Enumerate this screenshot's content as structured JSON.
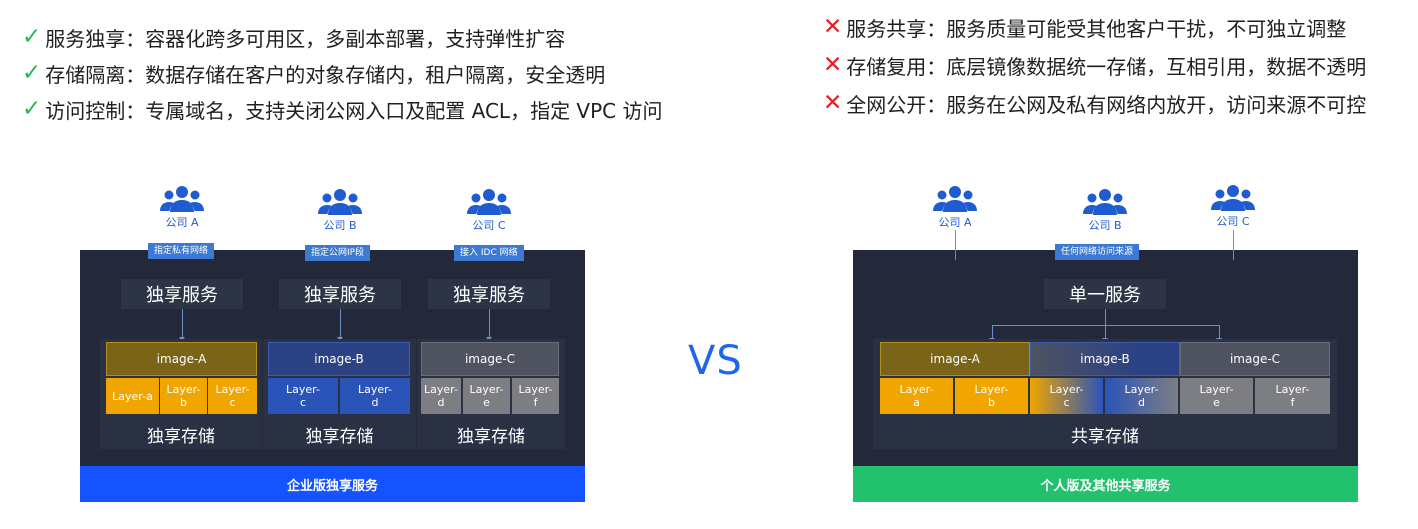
{
  "left_features": [
    {
      "mark": "✓",
      "title": "服务独享",
      "text": "：容器化跨多可用区，多副本部署，支持弹性扩容"
    },
    {
      "mark": "✓",
      "title": "存储隔离",
      "text": "：数据存储在客户的对象存储内，租户隔离，安全透明"
    },
    {
      "mark": "✓",
      "title": "访问控制",
      "text": "：专属域名，支持关闭公网入口及配置 ACL，指定 VPC 访问"
    }
  ],
  "right_features": [
    {
      "mark": "✕",
      "title": "服务共享",
      "text": "：服务质量可能受其他客户干扰，不可独立调整"
    },
    {
      "mark": "✕",
      "title": "存储复用",
      "text": "：底层镜像数据统一存储，互相引用，数据不透明"
    },
    {
      "mark": "✕",
      "title": "全网公开",
      "text": "：服务在公网及私有网络内放开，访问来源不可控"
    }
  ],
  "vs_label": "VS",
  "left_diagram": {
    "companies": [
      "公司 A",
      "公司 B",
      "公司 C"
    ],
    "tags": [
      "指定私有网络",
      "指定公网IP段",
      "接入 IDC 网络"
    ],
    "service_label": "独享服务",
    "storage_label": "独享存储",
    "images": [
      "image-A",
      "image-B",
      "image-C"
    ],
    "layers": [
      [
        "Layer-a",
        "Layer-\nb",
        "Layer-\nc"
      ],
      [
        "Layer-\nc",
        "Layer-\nd"
      ],
      [
        "Layer-\nd",
        "Layer-\ne",
        "Layer-\nf"
      ]
    ],
    "footer": "企业版独享服务"
  },
  "right_diagram": {
    "companies": [
      "公司 A",
      "公司 B",
      "公司 C"
    ],
    "tag": "任何网络访问来源",
    "service_label": "单一服务",
    "storage_label": "共享存储",
    "images": [
      "image-A",
      "image-B",
      "image-C"
    ],
    "layers": [
      "Layer-\na",
      "Layer-\nb",
      "Layer-\nc",
      "Layer-\nd",
      "Layer-\ne",
      "Layer-\nf"
    ],
    "footer": "个人版及其他共享服务"
  },
  "colors": {
    "check": "#2fb457",
    "cross": "#e02424",
    "panel": "#23293a",
    "blue_bar": "#1553ff",
    "green_bar": "#22c16e",
    "company_blue": "#1f5bd1",
    "gold": "#f0a500",
    "navy": "#2a54b8",
    "gray": "#7c7e84"
  },
  "icons": {
    "company": "people-group-icon",
    "check": "check-mark-icon",
    "cross": "cross-mark-icon"
  }
}
